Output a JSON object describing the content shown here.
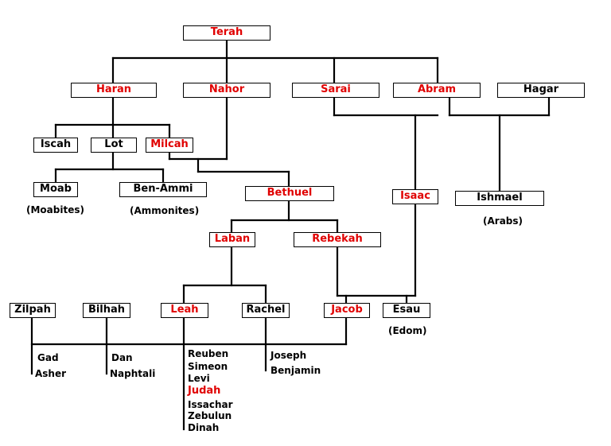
{
  "colors": {
    "highlight": "#e00000",
    "normal": "#000000",
    "line": "#000000"
  },
  "people": {
    "terah": "Terah",
    "haran": "Haran",
    "nahor": "Nahor",
    "sarai": "Sarai",
    "abram": "Abram",
    "hagar": "Hagar",
    "iscah": "Iscah",
    "lot": "Lot",
    "milcah": "Milcah",
    "moab": "Moab",
    "ben_ammi": "Ben-Ammi",
    "bethuel": "Bethuel",
    "isaac": "Isaac",
    "ishmael": "Ishmael",
    "laban": "Laban",
    "rebekah": "Rebekah",
    "zilpah": "Zilpah",
    "bilhah": "Bilhah",
    "leah": "Leah",
    "rachel": "Rachel",
    "jacob": "Jacob",
    "esau": "Esau"
  },
  "notes": {
    "moabites": "(Moabites)",
    "ammonites": "(Ammonites)",
    "arabs": "(Arabs)",
    "edom": "(Edom)"
  },
  "sons": {
    "zilpah": [
      "Gad",
      "Asher"
    ],
    "bilhah": [
      "Dan",
      "Naphtali"
    ],
    "leah": [
      "Reuben",
      "Simeon",
      "Levi",
      "Judah",
      "Issachar",
      "Zebulun",
      "Dinah"
    ],
    "rachel": [
      "Joseph",
      "Benjamin"
    ]
  }
}
